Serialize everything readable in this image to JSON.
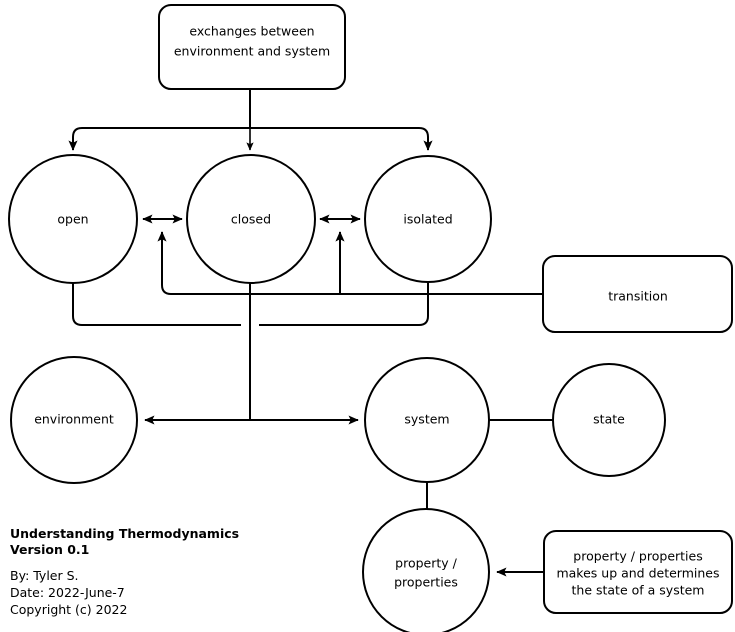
{
  "diagram": {
    "title": "Understanding Thermodynamics",
    "background_color": "#ffffff",
    "stroke_color": "#000000",
    "nodes": {
      "exchanges_box": {
        "label_line1": "exchanges between",
        "label_line2": "environment and system"
      },
      "open": {
        "label": "open"
      },
      "closed": {
        "label": "closed"
      },
      "isolated": {
        "label": "isolated"
      },
      "transition": {
        "label": "transition"
      },
      "environment": {
        "label": "environment"
      },
      "system": {
        "label": "system"
      },
      "state": {
        "label": "state"
      },
      "property": {
        "label_line1": "property /",
        "label_line2": "properties"
      },
      "property_note": {
        "label_line1": "property / properties",
        "label_line2": "makes up and determines",
        "label_line3": "the state of a system"
      }
    }
  },
  "credits": {
    "title": "Understanding Thermodynamics",
    "version": "Version 0.1",
    "author": "By: Tyler S.",
    "date": "Date: 2022-June-7",
    "copyright": "Copyright (c) 2022"
  }
}
